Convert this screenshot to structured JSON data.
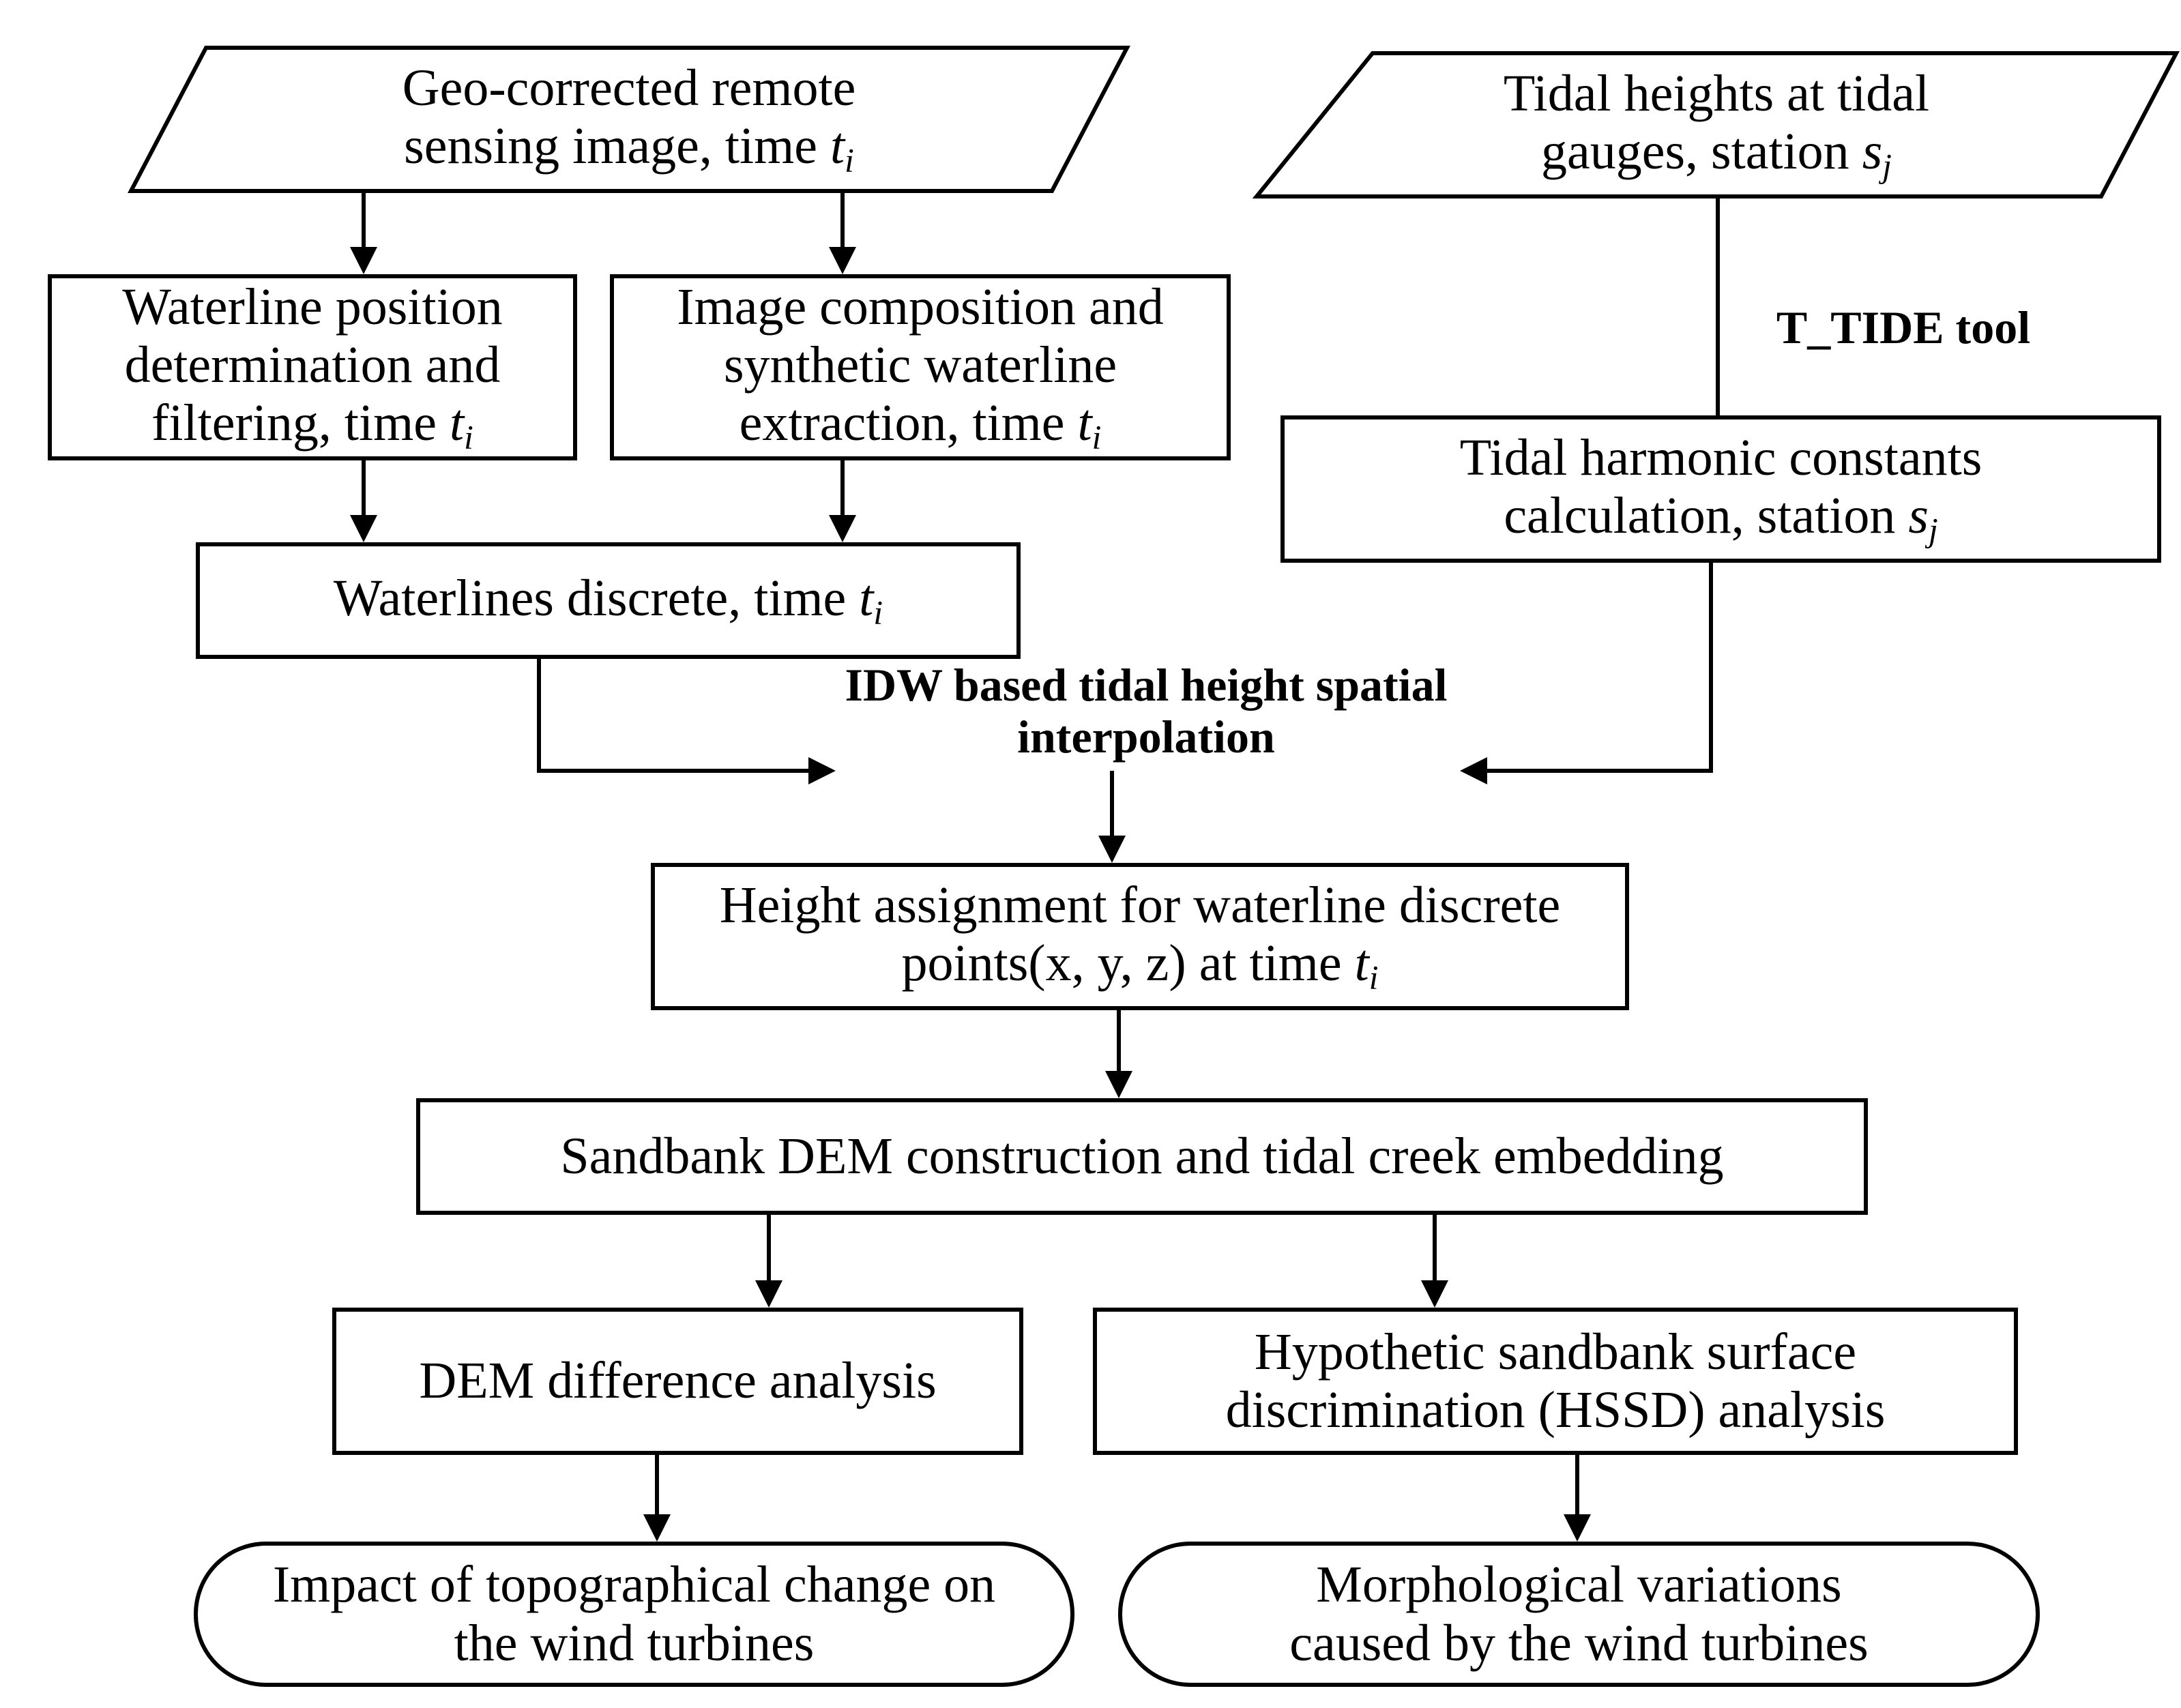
{
  "nodes": {
    "geo_image": {
      "line1": "Geo-corrected remote",
      "line2": "sensing image, time "
    },
    "tidal_heights": {
      "line1": "Tidal heights at tidal",
      "line2": "gauges,  station "
    },
    "waterline_position": {
      "line1": "Waterline position",
      "line2": "determination and",
      "line3": "filtering, time "
    },
    "image_composition": {
      "line1": "Image composition and",
      "line2": "synthetic waterline",
      "line3": "extraction, time "
    },
    "tidal_harmonic": {
      "line1": "Tidal harmonic constants",
      "line2": "calculation, station "
    },
    "waterlines_discrete": {
      "line1": "Waterlines discrete, time "
    },
    "height_assignment": {
      "line1": "Height assignment for waterline discrete",
      "line2": "points(x, y, z) at time "
    },
    "sandbank_dem": {
      "line1": "Sandbank DEM construction and tidal creek embedding"
    },
    "dem_difference": {
      "line1": "DEM difference analysis"
    },
    "hssd": {
      "line1": "Hypothetic sandbank surface",
      "line2": "discrimination (HSSD) analysis"
    },
    "impact_topo": {
      "line1": "Impact of topographical change on",
      "line2": "the wind turbines"
    },
    "morph_variations": {
      "line1": "Morphological variations",
      "line2": "caused by the wind turbines"
    }
  },
  "symbols": {
    "t": "t",
    "i": "i",
    "s": "s",
    "j": "j"
  },
  "labels": {
    "t_tide": "T_TIDE tool",
    "idw_line1": "IDW based tidal height spatial",
    "idw_line2": "interpolation"
  }
}
